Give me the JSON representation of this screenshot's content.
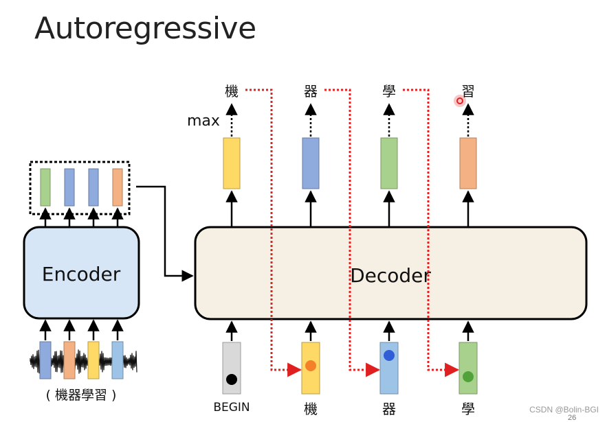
{
  "title": "Autoregressive",
  "encoder": {
    "label": "Encoder",
    "input_label": "( 機器學習 )",
    "output_colors": [
      "#a9d18e",
      "#8faadc",
      "#8faadc",
      "#f4b183"
    ],
    "input_colors": [
      "#8faadc",
      "#f4b183",
      "#ffd966",
      "#9dc3e6"
    ]
  },
  "decoder": {
    "label": "Decoder",
    "max_label": "max",
    "outputs": [
      {
        "char": "機",
        "color": "#ffd966"
      },
      {
        "char": "器",
        "color": "#8faadc"
      },
      {
        "char": "學",
        "color": "#a9d18e"
      },
      {
        "char": "習",
        "color": "#f4b183"
      }
    ],
    "inputs": [
      {
        "label": "BEGIN",
        "color": "#d9d9d9",
        "dot": "#000000"
      },
      {
        "label": "機",
        "color": "#ffd966",
        "dot": "#f4802a"
      },
      {
        "label": "器",
        "color": "#9dc3e6",
        "dot": "#2f5ed6"
      },
      {
        "label": "學",
        "color": "#a9d18e",
        "dot": "#52a23c"
      }
    ]
  },
  "colors": {
    "feedback_arrow": "#e02020",
    "cursor": "#e02020"
  },
  "footer": {
    "watermark": "CSDN @Bolin-BGI",
    "page": "26"
  }
}
